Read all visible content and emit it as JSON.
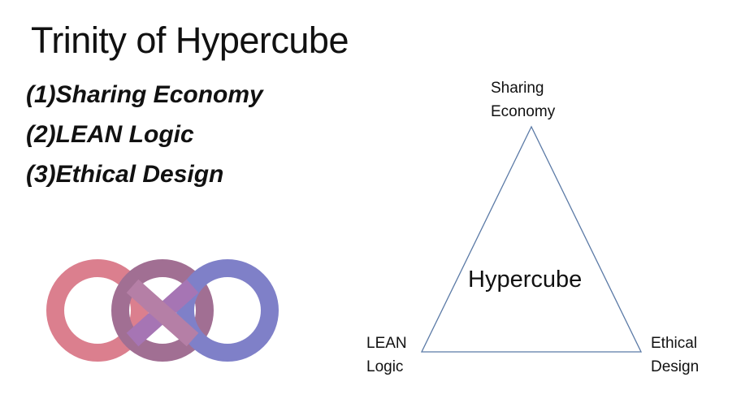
{
  "slide": {
    "title": "Trinity of Hypercube",
    "points": [
      "(1)Sharing Economy",
      "(2)LEAN Logic",
      "(3)Ethical Design"
    ]
  },
  "logo": {
    "icon": "triple-interlocked-rings-icon",
    "colors": [
      "#db7f8e",
      "#a16f93",
      "#7f80c8"
    ]
  },
  "diagram": {
    "center": "Hypercube",
    "top_vertex": {
      "line1": "Sharing",
      "line2": "Economy"
    },
    "left_vertex": {
      "line1": "LEAN",
      "line2": "Logic"
    },
    "right_vertex": {
      "line1": "Ethical",
      "line2": "Design"
    },
    "line_color": "#5b7aa6"
  }
}
